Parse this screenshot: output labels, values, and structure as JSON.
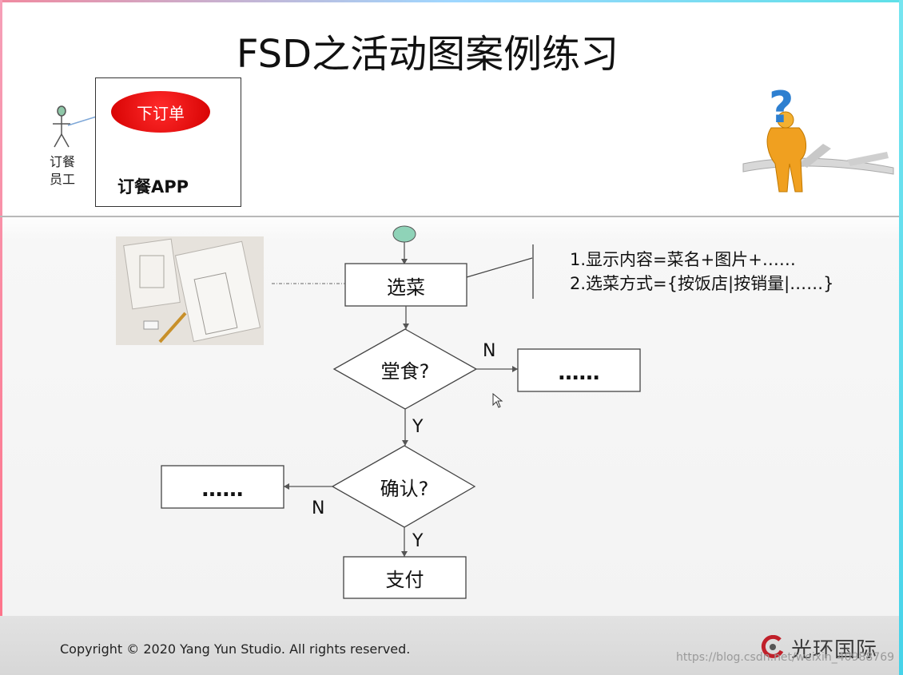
{
  "slide": {
    "title": "FSD之活动图案例练习",
    "copyright": "Copyright © 2020  Yang Yun Studio. All rights reserved.",
    "brand": "光环国际",
    "watermark": "https://blog.csdn.net/weixin_40988769"
  },
  "usecase": {
    "actor_line1": "订餐",
    "actor_line2": "员工",
    "usecase_label": "下订单",
    "system_label": "订餐APP"
  },
  "flow": {
    "activity_select": "选菜",
    "decision_dinein": "堂食?",
    "decision_confirm": "确认?",
    "activity_pay": "支付",
    "ellipsis_right": "……",
    "ellipsis_left": "……",
    "label_n1": "N",
    "label_y1": "Y",
    "label_n2": "N",
    "label_y2": "Y"
  },
  "note": {
    "line1": "1.显示内容=菜名+图片+……",
    "line2": "2.选菜方式={按饭店|按销量|……}"
  },
  "colors": {
    "usecase_fill": "#e00000",
    "start_node": "#8fd3b8",
    "connector": "#7fa8d8"
  }
}
